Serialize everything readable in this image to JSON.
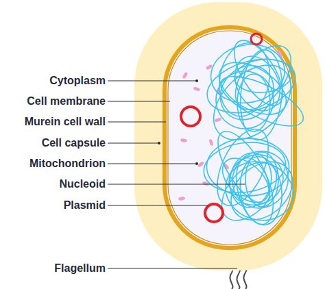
{
  "diagram": {
    "labels": [
      "Cytoplasm",
      "Cell membrane",
      "Murein cell wall",
      "Cell capsule",
      "Mitochondrion",
      "Nucleoid",
      "Plasmid",
      "Flagellum"
    ]
  }
}
